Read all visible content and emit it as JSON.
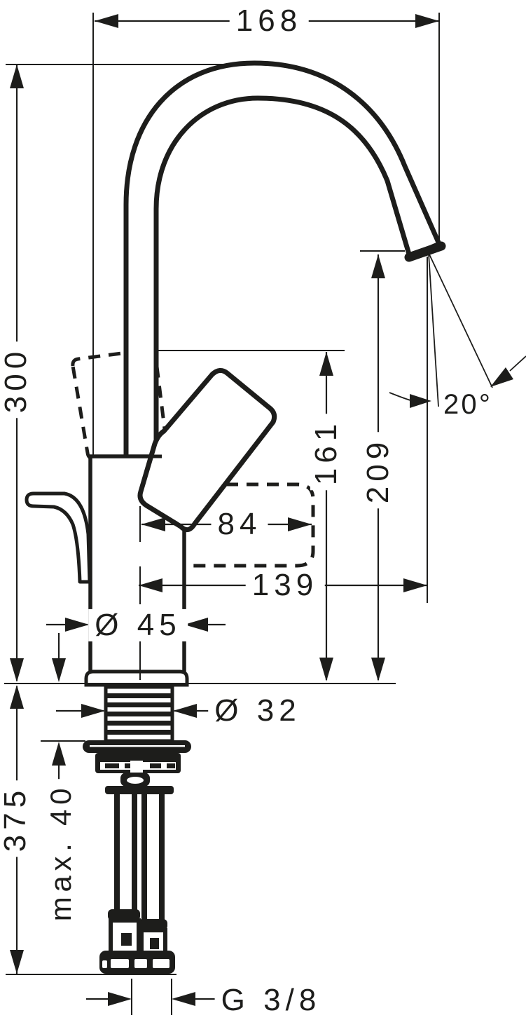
{
  "drawing": {
    "type": "technical-dimension-drawing",
    "subject": "single-lever basin mixer faucet with swivel spout",
    "units": "mm",
    "colors": {
      "ink": "#1d1d1b",
      "paper": "#ffffff"
    }
  },
  "dimensions": {
    "spout_width_total": "168",
    "height_deck_to_spout_top": "300",
    "height_below_deck": "375",
    "height_deck_to_handle_top": "161",
    "height_deck_to_outlet": "209",
    "handle_reach_from_center": "84",
    "outlet_reach_from_center": "139",
    "body_diameter": "Ø 45",
    "shank_diameter": "Ø 32",
    "max_mounting_thickness": "max. 40",
    "supply_connection_thread": "G 3/8",
    "outlet_jet_angle": "20°"
  }
}
